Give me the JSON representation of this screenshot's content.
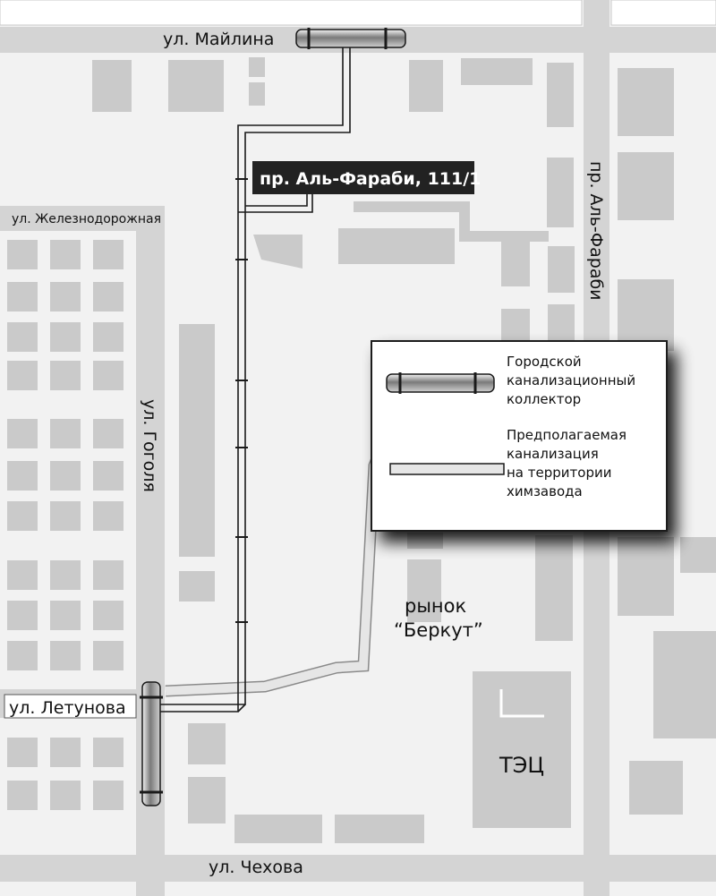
{
  "streets": {
    "mailina": "ул. Майлина",
    "zheleznodorozhnaya": "ул. Железнодорожная",
    "al_farabi": "пр. Аль-Фараби",
    "gogolya": "ул. Гоголя",
    "letunova": "ул. Летунова",
    "chekhova": "ул. Чехова"
  },
  "address_label": "пр. Аль-Фараби, 111/1",
  "places": {
    "market_line1": "рынок",
    "market_line2": "“Беркут”",
    "power_plant": "ТЭЦ"
  },
  "legend": {
    "collector_line1": "Городской",
    "collector_line2": "канализационный",
    "collector_line3": "коллектор",
    "planned_line1": "Предполагаемая",
    "planned_line2": "канализация",
    "planned_line3": "на территории",
    "planned_line4": "химзавода"
  },
  "colors": {
    "road": "#d4d4d4",
    "background": "#f2f2f2",
    "building": "#cacaca",
    "pipe": "#1a1a1a",
    "planned_sewer": "#d8d8d8",
    "address_box": "#222222"
  }
}
